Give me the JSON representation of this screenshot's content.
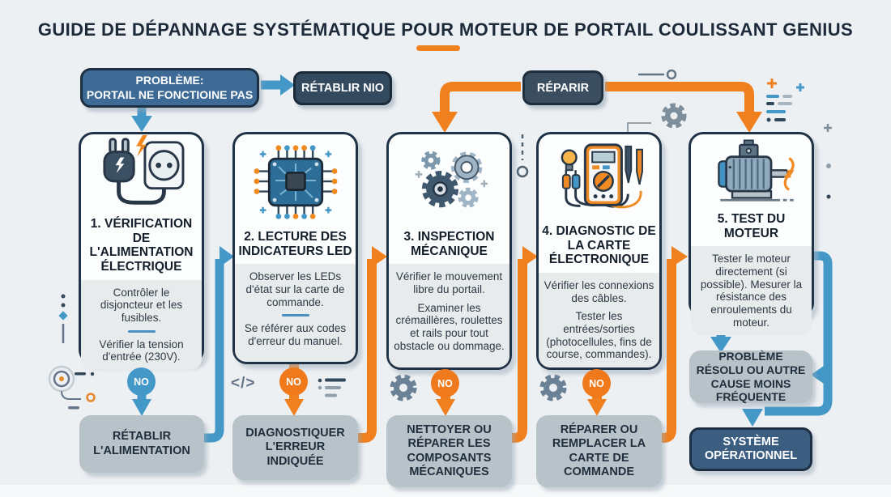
{
  "header": {
    "title": "GUIDE DE DÉPANNAGE SYSTÉMATIQUE POUR MOTEUR DE PORTAIL COULISSANT GENIUS"
  },
  "flow": {
    "problem_line1": "PROBLÈME:",
    "problem_line2": "PORTAIL NE FONCTIOINE PAS",
    "retablir_nio_label": "RÉTABLIR NIO",
    "reparir_label": "RÉPARIR",
    "no_label": "NO"
  },
  "steps": [
    {
      "title": "1. VÉRIFICATION DE L'ALIMENTATION ÉLECTRIQUE",
      "body1": "Contrôler le disjoncteur et les fusibles.",
      "body2": "Vérifier la tension d'entrée (230V).",
      "icon": "power-plug-icon",
      "action": "RÉTABLIR L'ALIMENTATION"
    },
    {
      "title": "2. LECTURE DES INDICATEURS LED",
      "body1": "Observer les LEDs d'état sur la carte de commande.",
      "body2": "Se référer aux codes d'erreur du manuel.",
      "icon": "circuit-board-icon",
      "action": "DIAGNOSTIQUER L'ERREUR INDIQUÉE"
    },
    {
      "title": "3. INSPECTION MÉCANIQUE",
      "body1": "Vérifier le mouvement libre du portail.",
      "body2": "Examiner les crémaillères, roulettes et rails pour tout obstacle ou dommage.",
      "icon": "gears-icon",
      "action": "NETTOYER OU RÉPARER LES COMPOSANTS MÉCANIQUES"
    },
    {
      "title": "4. DIAGNOSTIC DE LA CARTE ÉLECTRONIQUE",
      "body1": "Vérifier les connexions des câbles.",
      "body2": "Tester les entrées/sorties (photocellules, fins de course, commandes).",
      "icon": "multimeter-icon",
      "action": "RÉPARER OU REMPLACER LA CARTE DE COMMANDE"
    },
    {
      "title": "5. TEST DU MOTEUR",
      "body1": "Tester le moteur directement (si possible). Mesurer la résistance des enroulements du moteur.",
      "body2": "",
      "icon": "motor-icon",
      "action": ""
    }
  ],
  "results": {
    "resolved": "PROBLÈME RÉSOLU OU AUTRE CAUSE MOINS FRÉQUENTE",
    "operational": "SYSTÈME OPÉRATIONNEL"
  },
  "decorations": {
    "code_glyph": "</>"
  },
  "colors": {
    "background": "#EDF0F3",
    "accent_orange": "#F0801E",
    "accent_blue": "#4398C8",
    "dark_navy": "#1D3043",
    "steel_blue": "#3E6B96",
    "slate_box": "#35495C",
    "card_border": "#203245",
    "card_body_gray": "#E8EBEC",
    "result_gray": "#B8C3C9",
    "system_blue": "#3A5D80"
  }
}
